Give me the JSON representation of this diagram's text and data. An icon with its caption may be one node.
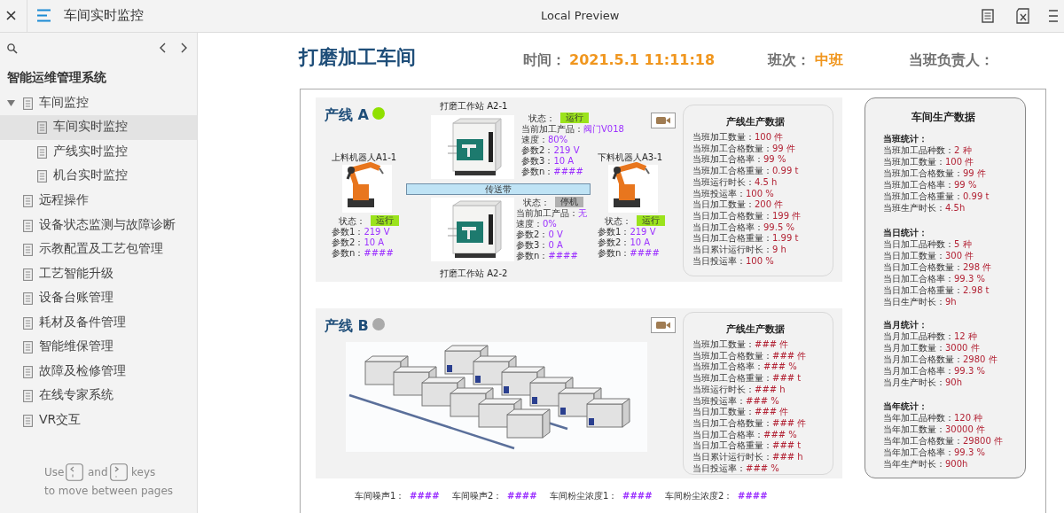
{
  "diagram": {
    "title": "打磨加工车间",
    "nodes": [
      {
        "text": [
          "产线 A"
        ]
      },
      {
        "text": [
          "上料机器人A1-1",
          "状态：",
          "运行",
          "参数1：",
          "219 V",
          "参数2：",
          "10 A",
          "参数n：",
          "####"
        ],
        "in": 0
      },
      {
        "text": [
          "打磨工作站 A2-1",
          "状态：",
          "运行",
          "当前加工产品：",
          "阀门V018",
          "速度：",
          "80%",
          "参数2：",
          "219 V",
          "参数3：",
          "10 A",
          "参数n：",
          "####"
        ],
        "in": 0
      },
      {
        "text": [
          "传送带"
        ],
        "in": 0
      },
      {
        "text": [
          "打磨工作站 A2-2",
          "状态：",
          "停机",
          "当前加工产品：",
          "无",
          "速度：",
          "0%",
          "参数2：",
          "0 V",
          "参数3：",
          "0 A",
          "参数n：",
          "####"
        ],
        "in": 0
      },
      {
        "text": [
          "下料机器人A3-1",
          "状态：",
          "运行",
          "参数1：",
          "219 V",
          "参数2：",
          "10 A",
          "参数n：",
          "####"
        ],
        "in": 0
      },
      {
        "text": [
          "产线生产数据",
          "当班加工数量：",
          "100 件",
          "当班加工合格数量：",
          "99 件",
          "当班加工合格率：",
          "99 %",
          "当班加工合格重量：",
          "0.99 t",
          "当班运行时长：",
          "4.5 h",
          "当班投运率：",
          "100 %",
          "当日加工数量：",
          "200 件",
          "当日加工合格数量：",
          "199 件",
          "当日加工合格率：",
          "99.5 %",
          "当日加工合格重量：",
          "1.99 t",
          "当日累计运行时长：",
          "9 h",
          "当日投运率：",
          "100 %"
        ],
        "in": 0
      },
      {
        "text": [
          "产线 B"
        ]
      },
      {
        "text": [
          "产线生产数据",
          "当班加工数量：",
          "### 件",
          "当班加工合格数量：",
          "### 件",
          "当班加工合格率：",
          "### %",
          "当班加工合格重量：",
          "### t",
          "当班运行时长：",
          "### h",
          "当班投运率：",
          "### %",
          "当日加工数量：",
          "### 件",
          "当日加工合格数量：",
          "### 件",
          "当日加工合格率：",
          "### %",
          "当日加工合格重量：",
          "### t",
          "当日累计运行时长：",
          "### h",
          "当日投运率：",
          "### %"
        ],
        "in": 7
      },
      {
        "text": [
          "车间生产数据"
        ]
      },
      {
        "text": [
          "当班统计：",
          "当班加工品种数：",
          "2 种",
          "当班加工数量：",
          "100 件",
          "当班加工合格数量：",
          "99 件",
          "当班加工合格率：",
          "99 %",
          "当班加工合格重量：",
          "0.99 t",
          "当班生产时长：",
          "4.5h"
        ],
        "in": 9
      },
      {
        "text": [
          "当日统计：",
          "当日加工品种数：",
          "5 种",
          "当日加工数量：",
          "300 件",
          "当日加工合格数量：",
          "298 件",
          "当日加工合格率：",
          "99.3 %",
          "当日加工合格重量：",
          "2.98 t",
          "当日生产时长：",
          "9h"
        ],
        "in": 9
      },
      {
        "text": [
          "当月统计：",
          "当月加工品种数：",
          "12 种",
          "当月加工数量：",
          "3000 件",
          "当月加工合格数量：",
          "2980 件",
          "当月加工合格率：",
          "99.3 %",
          "当月生产时长：",
          "90h"
        ],
        "in": 9
      },
      {
        "text": [
          "当年统计：",
          "当年加工品种数：",
          "120 种",
          "当年加工数量：",
          "30000 件",
          "当年加工合格数量：",
          "29800 件",
          "当年加工合格率：",
          "99.3 %",
          "当年生产时长：",
          "900h"
        ],
        "in": 9
      }
    ],
    "labels": [
      "车间实时监控",
      "Local Preview",
      "智能运维管理系统",
      "车间监控",
      "车间实时监控",
      "产线实时监控",
      "机台实时监控",
      "远程操作",
      "设备状态监测与故障诊断",
      "示教配置及工艺包管理",
      "工艺智能升级",
      "设备台账管理",
      "耗材及备件管理",
      "智能维保管理",
      "故障及检修管理",
      "在线专家系统",
      "VR交互",
      "Use",
      "and",
      "keys",
      "to move between pages",
      "时间：",
      "2021.5.1 11:11:18",
      "班次：",
      "中班",
      "当班负责人：",
      "车间噪声1：",
      "####",
      "车间噪声2：",
      "####",
      "车间粉尘浓度1：",
      "####",
      "车间粉尘浓度2：",
      "####"
    ]
  }
}
